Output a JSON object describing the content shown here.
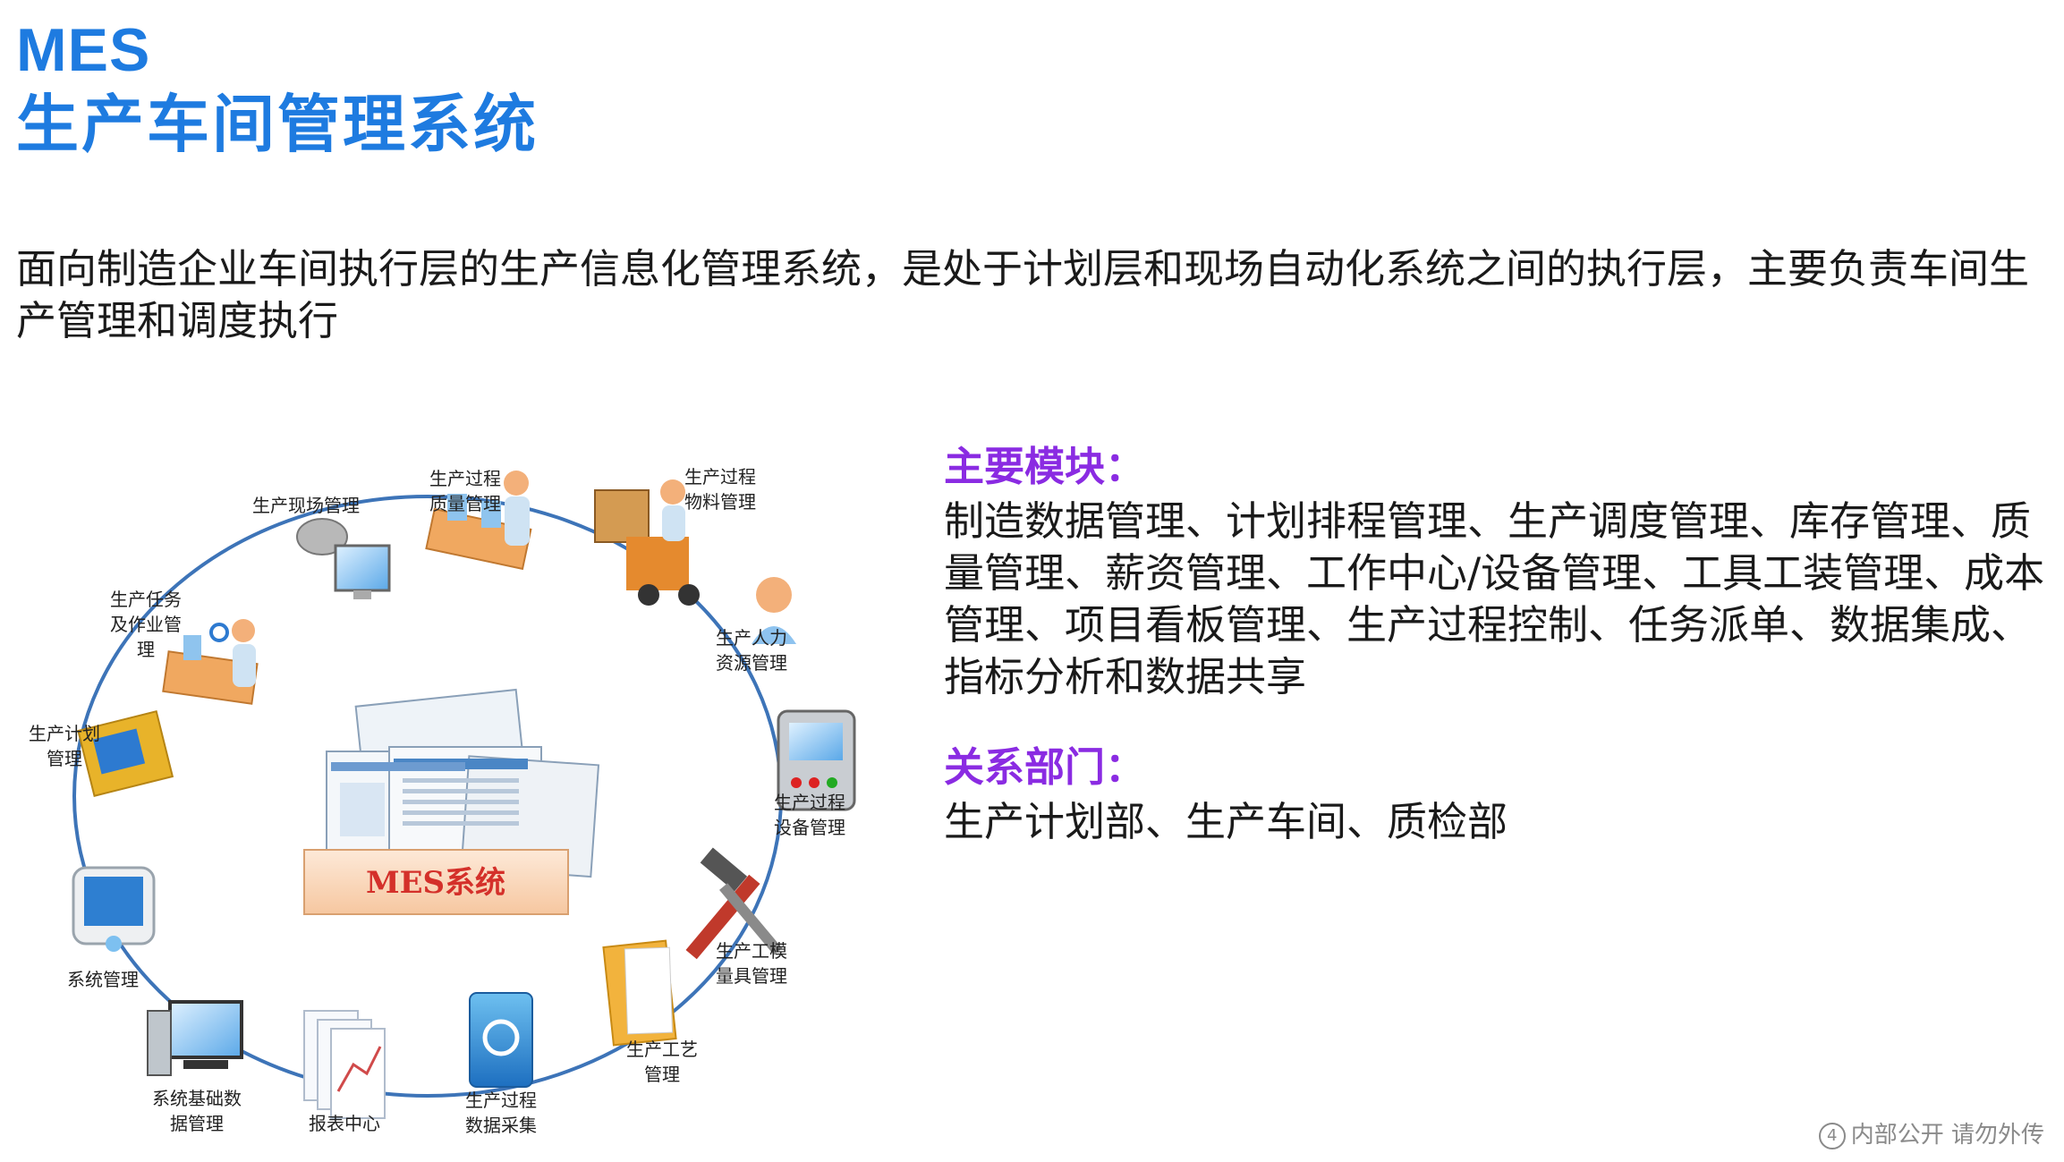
{
  "title": {
    "line1": "MES",
    "line2": "生产车间管理系统"
  },
  "description": "面向制造企业车间执行层的生产信息化管理系统，是处于计划层和现场自动化系统之间的执行层，主要负责车间生产管理和调度执行",
  "modules": {
    "heading": "主要模块：",
    "body": "制造数据管理、计划排程管理、生产调度管理、库存管理、质量管理、薪资管理、工作中心/设备管理、工具工装管理、成本管理、项目看板管理、生产过程控制、任务派单、数据集成、指标分析和数据共享"
  },
  "departments": {
    "heading": "关系部门：",
    "body": "生产计划部、生产车间、质检部"
  },
  "footer": {
    "number": "4",
    "text": "内部公开 请勿外传"
  },
  "diagram": {
    "center_label": "MES系统",
    "nodes": {
      "site": [
        "生产现场管理"
      ],
      "quality": [
        "生产过程",
        "质量管理"
      ],
      "material": [
        "生产过程",
        "物料管理"
      ],
      "hr": [
        "生产人力",
        "资源管理"
      ],
      "equipment": [
        "生产过程",
        "设备管理"
      ],
      "tooling": [
        "生产工模",
        "量具管理"
      ],
      "process": [
        "生产工艺",
        "管理"
      ],
      "datacollect": [
        "生产过程",
        "数据采集"
      ],
      "report": [
        "报表中心"
      ],
      "basedata": [
        "系统基础数",
        "据管理"
      ],
      "system": [
        "系统管理"
      ],
      "plan": [
        "生产计划",
        "管理"
      ],
      "task": [
        "生产任务",
        "及作业管",
        "理"
      ]
    }
  },
  "colors": {
    "title": "#1e7be0",
    "section_heading": "#8a2be2",
    "ring": "#3d74b8",
    "center_label": "#d4302a"
  }
}
